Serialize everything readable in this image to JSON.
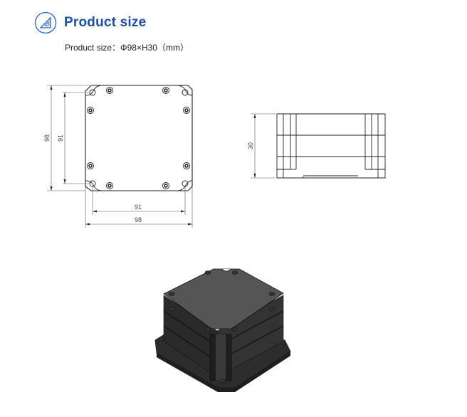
{
  "header": {
    "icon": "set-square-ruler-icon",
    "title": "Product size",
    "accent_color": "#1d4fa3"
  },
  "spec": {
    "text": "Product size：Φ98×H30（mm）"
  },
  "top_view": {
    "dim_outer_vertical": "98",
    "dim_inner_vertical": "91",
    "dim_inner_horizontal": "91",
    "dim_outer_horizontal": "98"
  },
  "side_view": {
    "dim_height": "30"
  },
  "iso_view": {
    "label": "3D isometric render"
  }
}
